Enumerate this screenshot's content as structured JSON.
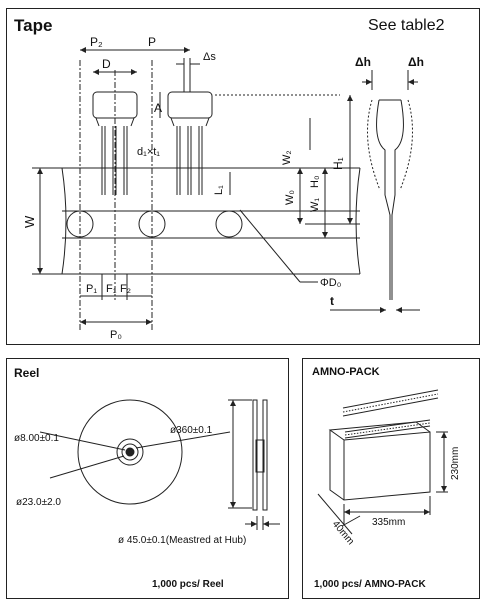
{
  "tape": {
    "title": "Tape",
    "note": "See table2",
    "labels": {
      "p2": "P₂",
      "p": "P",
      "ds": "Δs",
      "d": "D",
      "a": "A",
      "dt": "d₁×t₁",
      "w2": "W₂",
      "l1": "L₁",
      "w0": "W₀",
      "w1": "W₁",
      "h0": "H₀",
      "h1": "H₁",
      "w": "W",
      "phi_d0": "ΦD₀",
      "p1": "P₁",
      "f1": "F₁",
      "f2": "F₂",
      "p0": "P₀",
      "dh_left": "Δh",
      "dh_right": "Δh",
      "t": "t"
    }
  },
  "reel": {
    "title": "Reel",
    "dia_8": "ø8.00±0.1",
    "dia_23": "ø23.0±2.0",
    "dia_360": "ø360±0.1",
    "dia_45": "ø 45.0±0.1(Meastred at Hub)",
    "qty": "1,000 pcs/ Reel"
  },
  "ammo": {
    "title": "AMNO-PACK",
    "dim_height": "230mm",
    "dim_width": "335mm",
    "dim_depth": "40mm",
    "qty": "1,000 pcs/ AMNO-PACK"
  }
}
